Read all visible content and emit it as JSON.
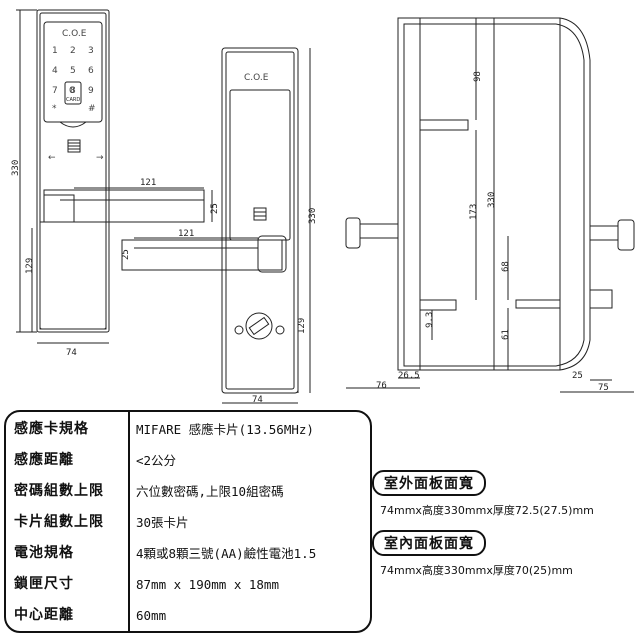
{
  "drawing": {
    "brand": "C.O.E",
    "keypad_keys": [
      "1",
      "2",
      "3",
      "4",
      "5",
      "6",
      "7",
      "8",
      "9",
      "*",
      "0",
      "#"
    ],
    "card_label": "CARD",
    "dims": {
      "front_height": "330",
      "front_lower": "129",
      "front_width": "74",
      "handle_len": "121",
      "handle_h": "25",
      "back_height": "330",
      "back_lower": "129",
      "back_width": "74",
      "back_handle_len": "121",
      "back_handle_h": "25",
      "side_98": "98",
      "side_173": "173",
      "side_330": "330",
      "side_68": "68",
      "side_93": "9.3",
      "side_61": "61",
      "side_76": "76",
      "side_265": "26.5",
      "side_25": "25",
      "side_75": "75"
    }
  },
  "specs": [
    {
      "label": "感應卡規格",
      "value": "MIFARE 感應卡片(13.56MHz)"
    },
    {
      "label": "感應距離",
      "value": "<2公分"
    },
    {
      "label": "密碼組數上限",
      "value": "六位數密碼,上限10組密碼"
    },
    {
      "label": "卡片組數上限",
      "value": "30張卡片"
    },
    {
      "label": "電池規格",
      "value": "4顆或8顆三號(AA)鹼性電池1.5"
    },
    {
      "label": "鎖匣尺寸",
      "value": "87mm x 190mm x 18mm"
    },
    {
      "label": "中心距離",
      "value": "60mm"
    }
  ],
  "panels": {
    "outdoor": {
      "title": "室外面板面寬",
      "value": "74mmx高度330mmx厚度72.5(27.5)mm"
    },
    "indoor": {
      "title": "室內面板面寬",
      "value": "74mmx高度330mmx厚度70(25)mm"
    }
  }
}
